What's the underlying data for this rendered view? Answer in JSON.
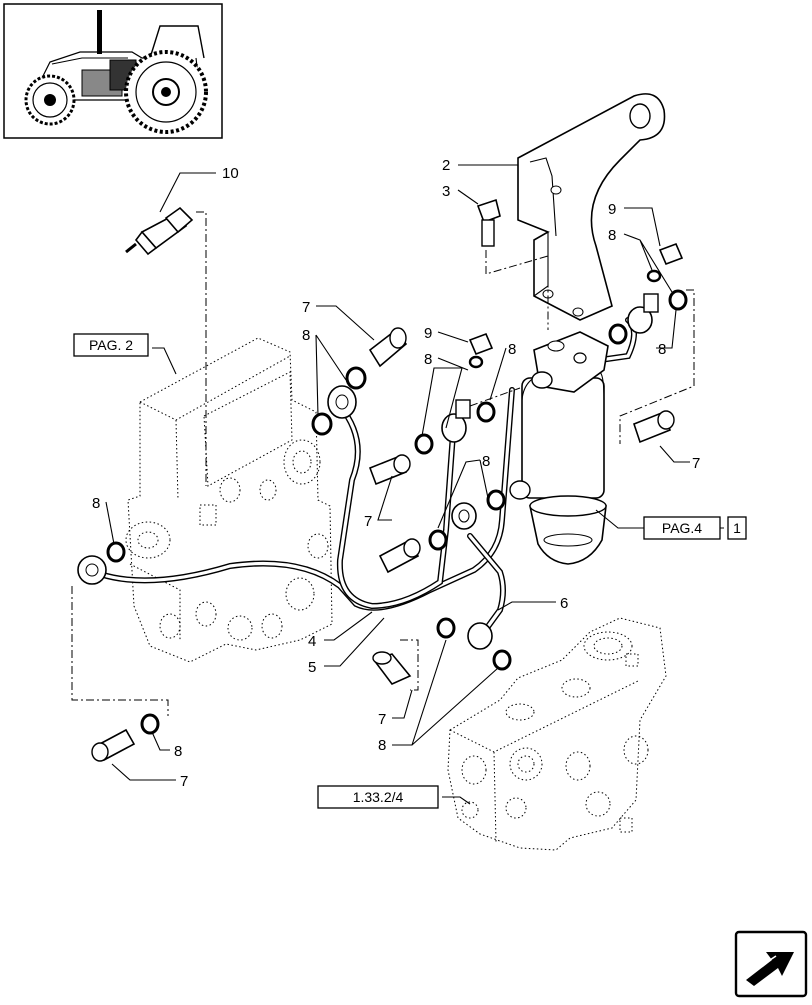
{
  "callouts": {
    "c1": "1",
    "c2": "2",
    "c3": "3",
    "c4": "4",
    "c5": "5",
    "c6": "6",
    "c7a": "7",
    "c7b": "7",
    "c7c": "7",
    "c7d": "7",
    "c7e": "7",
    "c8a": "8",
    "c8b": "8",
    "c8c": "8",
    "c8d": "8",
    "c8e": "8",
    "c8f": "8",
    "c8g": "8",
    "c8h": "8",
    "c9a": "9",
    "c9b": "9",
    "c10": "10"
  },
  "refs": {
    "pag2": "PAG. 2",
    "pag4": "PAG.4",
    "section": "1.33.2/4"
  },
  "icons": {
    "thumbnail": "tractor-icon",
    "navigation": "next-page-arrow-icon"
  }
}
